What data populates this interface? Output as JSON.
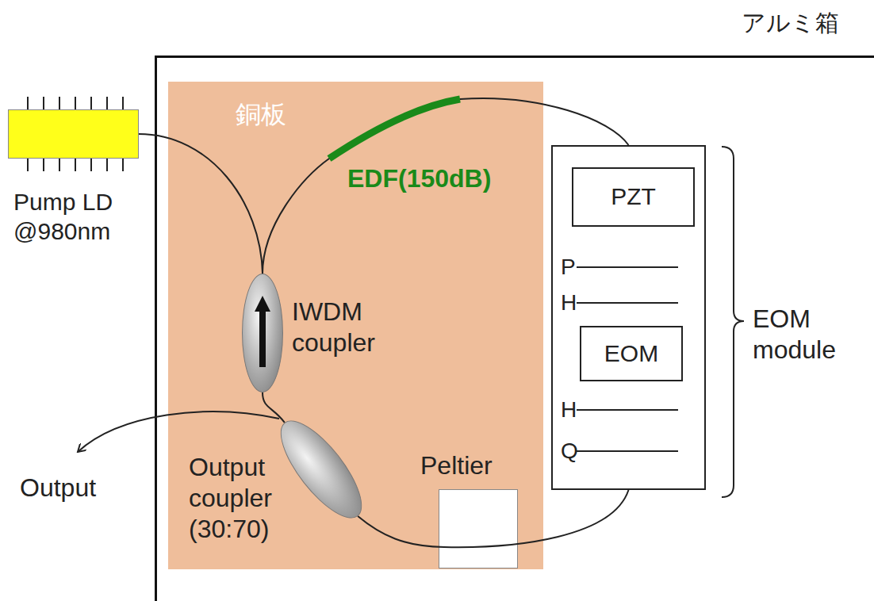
{
  "diagram": {
    "nodes": [
      {
        "text": [
          "アルミ箱"
        ]
      },
      {
        "text": [
          "銅板"
        ],
        "in": 0
      },
      {
        "text": [
          "Pump LD @980nm"
        ]
      },
      {
        "text": [
          "IWDM coupler"
        ],
        "in": 1
      },
      {
        "text": [
          "Output coupler (30:70)"
        ],
        "in": 1
      },
      {
        "text": [
          "Peltier"
        ],
        "in": 1
      },
      {
        "text": [
          "EOM module"
        ],
        "in": 0
      },
      {
        "text": [
          "PZT"
        ],
        "in": 6
      },
      {
        "text": [
          "EOM"
        ],
        "in": 6
      }
    ],
    "edges": [
      {
        "from": 2,
        "to": 3,
        "arrow": "none"
      },
      {
        "from": 3,
        "to": 6,
        "arrow": "none"
      },
      {
        "from": 6,
        "to": 4,
        "arrow": "none"
      },
      {
        "from": 4,
        "to": 3,
        "arrow": "none"
      }
    ],
    "labels": [
      "EDF(150dB)",
      "Output",
      "P",
      "H",
      "H",
      "Q"
    ]
  }
}
